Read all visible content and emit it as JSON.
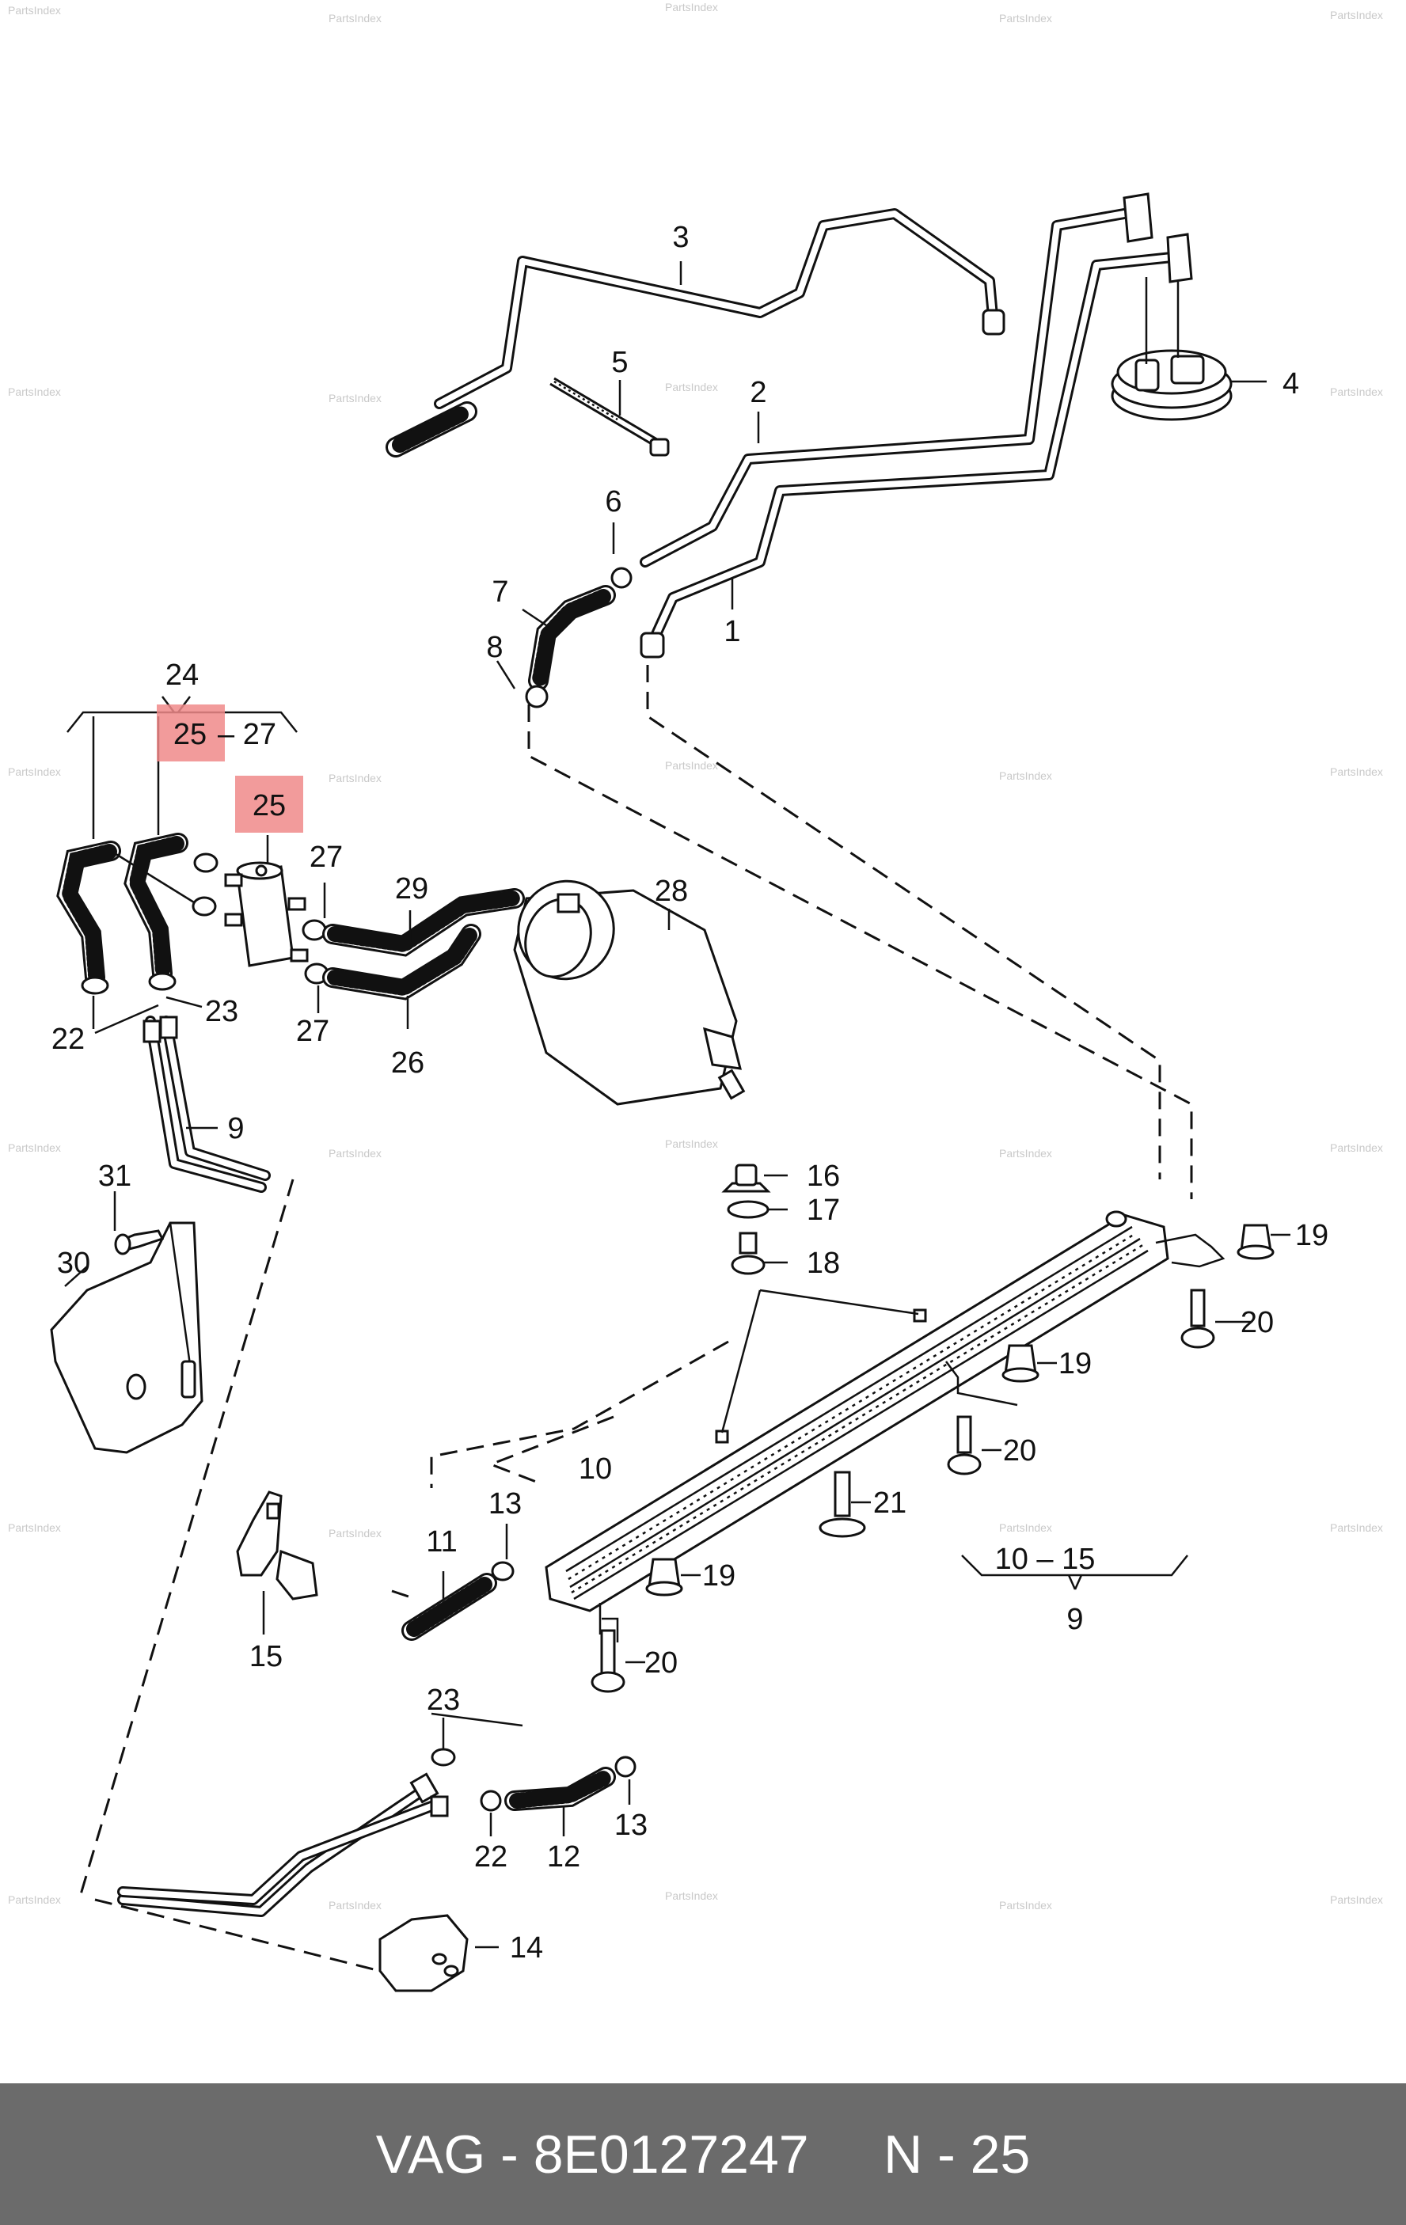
{
  "watermark": "PartsIndex",
  "highlight_color": "#f08a8a",
  "footer": {
    "text": "VAG - 8E0127247     N - 25",
    "background": "#6b6b6b"
  },
  "callouts": [
    {
      "id": "l1",
      "text": "1"
    },
    {
      "id": "l2",
      "text": "2"
    },
    {
      "id": "l3",
      "text": "3"
    },
    {
      "id": "l4",
      "text": "4"
    },
    {
      "id": "l5",
      "text": "5"
    },
    {
      "id": "l6",
      "text": "6"
    },
    {
      "id": "l7",
      "text": "7"
    },
    {
      "id": "l8",
      "text": "8"
    },
    {
      "id": "l24",
      "text": "24"
    },
    {
      "id": "l25a",
      "text": "25"
    },
    {
      "id": "l2527",
      "text": "– 27"
    },
    {
      "id": "l25b",
      "text": "25"
    },
    {
      "id": "l27a",
      "text": "27"
    },
    {
      "id": "l29",
      "text": "29"
    },
    {
      "id": "l28",
      "text": "28"
    },
    {
      "id": "l22a",
      "text": "22"
    },
    {
      "id": "l23a",
      "text": "23"
    },
    {
      "id": "l27b",
      "text": "27"
    },
    {
      "id": "l26",
      "text": "26"
    },
    {
      "id": "l9a",
      "text": "9"
    },
    {
      "id": "l31",
      "text": "31"
    },
    {
      "id": "l30",
      "text": "30"
    },
    {
      "id": "l16",
      "text": "16"
    },
    {
      "id": "l17",
      "text": "17"
    },
    {
      "id": "l18",
      "text": "18"
    },
    {
      "id": "l19a",
      "text": "19"
    },
    {
      "id": "l20a",
      "text": "20"
    },
    {
      "id": "l19b",
      "text": "19"
    },
    {
      "id": "l20b",
      "text": "20"
    },
    {
      "id": "l10",
      "text": "10"
    },
    {
      "id": "l13a",
      "text": "13"
    },
    {
      "id": "l21",
      "text": "21"
    },
    {
      "id": "l11",
      "text": "11"
    },
    {
      "id": "l19c",
      "text": "19"
    },
    {
      "id": "l1015",
      "text": "10 – 15"
    },
    {
      "id": "l9b",
      "text": "9"
    },
    {
      "id": "l15",
      "text": "15"
    },
    {
      "id": "l20c",
      "text": "20"
    },
    {
      "id": "l23b",
      "text": "23"
    },
    {
      "id": "l22b",
      "text": "22"
    },
    {
      "id": "l12",
      "text": "12"
    },
    {
      "id": "l13b",
      "text": "13"
    },
    {
      "id": "l14",
      "text": "14"
    }
  ]
}
